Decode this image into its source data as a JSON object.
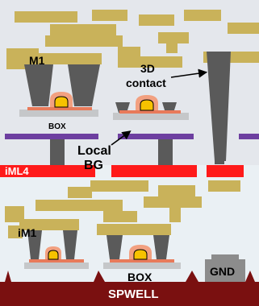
{
  "labels": {
    "m1": "M1",
    "contact_3d_line1": "3D",
    "contact_3d_line2": "contact",
    "box_top": "BOX",
    "local_bg_line1": "Local",
    "local_bg_line2": "BG",
    "iml4": "iML4",
    "im1": "iM1",
    "box_bottom": "BOX",
    "gnd": "GND",
    "spwell": "SPWELL"
  },
  "colors": {
    "upper_background": "#e4e7ec",
    "lower_background": "#eaf0f4",
    "metal": "#c9b25a",
    "contact": "#5a5a5a",
    "box_oxide": "#c5c7c9",
    "gate": "#f7c200",
    "spacer": "#f2a080",
    "channel": "#e87a5a",
    "local_bg": "#6d3fa0",
    "iml4": "#ff1a1a",
    "spwell": "#7a1010"
  }
}
